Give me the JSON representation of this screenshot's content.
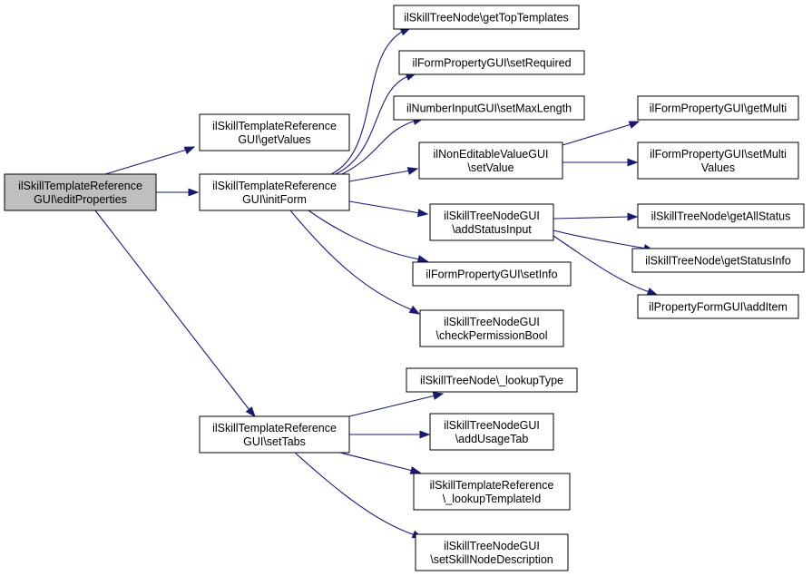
{
  "nodes": [
    {
      "id": "root",
      "lines": [
        "ilSkillTemplateReference",
        "GUI\\editProperties"
      ]
    },
    {
      "id": "getValues",
      "lines": [
        "ilSkillTemplateReference",
        "GUI\\getValues"
      ]
    },
    {
      "id": "initForm",
      "lines": [
        "ilSkillTemplateReference",
        "GUI\\initForm"
      ]
    },
    {
      "id": "setTabs",
      "lines": [
        "ilSkillTemplateReference",
        "GUI\\setTabs"
      ]
    },
    {
      "id": "getTopTemplates",
      "lines": [
        "ilSkillTreeNode\\getTopTemplates"
      ]
    },
    {
      "id": "setRequired",
      "lines": [
        "ilFormPropertyGUI\\setRequired"
      ]
    },
    {
      "id": "setMaxLength",
      "lines": [
        "ilNumberInputGUI\\setMaxLength"
      ]
    },
    {
      "id": "setValue",
      "lines": [
        "ilNonEditableValueGUI",
        "\\setValue"
      ]
    },
    {
      "id": "addStatusInput",
      "lines": [
        "ilSkillTreeNodeGUI",
        "\\addStatusInput"
      ]
    },
    {
      "id": "setInfo",
      "lines": [
        "ilFormPropertyGUI\\setInfo"
      ]
    },
    {
      "id": "checkPermissionBool",
      "lines": [
        "ilSkillTreeNodeGUI",
        "\\checkPermissionBool"
      ]
    },
    {
      "id": "getMulti",
      "lines": [
        "ilFormPropertyGUI\\getMulti"
      ]
    },
    {
      "id": "setMultiValues",
      "lines": [
        "ilFormPropertyGUI\\setMulti",
        "Values"
      ]
    },
    {
      "id": "getAllStatus",
      "lines": [
        "ilSkillTreeNode\\getAllStatus"
      ]
    },
    {
      "id": "getStatusInfo",
      "lines": [
        "ilSkillTreeNode\\getStatusInfo"
      ]
    },
    {
      "id": "addItem",
      "lines": [
        "ilPropertyFormGUI\\addItem"
      ]
    },
    {
      "id": "lookupType",
      "lines": [
        "ilSkillTreeNode\\_lookupType"
      ]
    },
    {
      "id": "addUsageTab",
      "lines": [
        "ilSkillTreeNodeGUI",
        "\\addUsageTab"
      ]
    },
    {
      "id": "lookupTemplateId",
      "lines": [
        "ilSkillTemplateReference",
        "\\_lookupTemplateId"
      ]
    },
    {
      "id": "setSkillNodeDescription",
      "lines": [
        "ilSkillTreeNodeGUI",
        "\\setSkillNodeDescription"
      ]
    }
  ],
  "edges": [
    {
      "from": "root",
      "to": "getValues"
    },
    {
      "from": "root",
      "to": "initForm"
    },
    {
      "from": "root",
      "to": "setTabs"
    },
    {
      "from": "initForm",
      "to": "getTopTemplates"
    },
    {
      "from": "initForm",
      "to": "setRequired"
    },
    {
      "from": "initForm",
      "to": "setMaxLength"
    },
    {
      "from": "initForm",
      "to": "setValue"
    },
    {
      "from": "initForm",
      "to": "addStatusInput"
    },
    {
      "from": "initForm",
      "to": "setInfo"
    },
    {
      "from": "initForm",
      "to": "checkPermissionBool"
    },
    {
      "from": "setValue",
      "to": "getMulti"
    },
    {
      "from": "setValue",
      "to": "setMultiValues"
    },
    {
      "from": "addStatusInput",
      "to": "getAllStatus"
    },
    {
      "from": "addStatusInput",
      "to": "getStatusInfo"
    },
    {
      "from": "addStatusInput",
      "to": "addItem"
    },
    {
      "from": "setTabs",
      "to": "lookupType"
    },
    {
      "from": "setTabs",
      "to": "addUsageTab"
    },
    {
      "from": "setTabs",
      "to": "lookupTemplateId"
    },
    {
      "from": "setTabs",
      "to": "setSkillNodeDescription"
    }
  ]
}
